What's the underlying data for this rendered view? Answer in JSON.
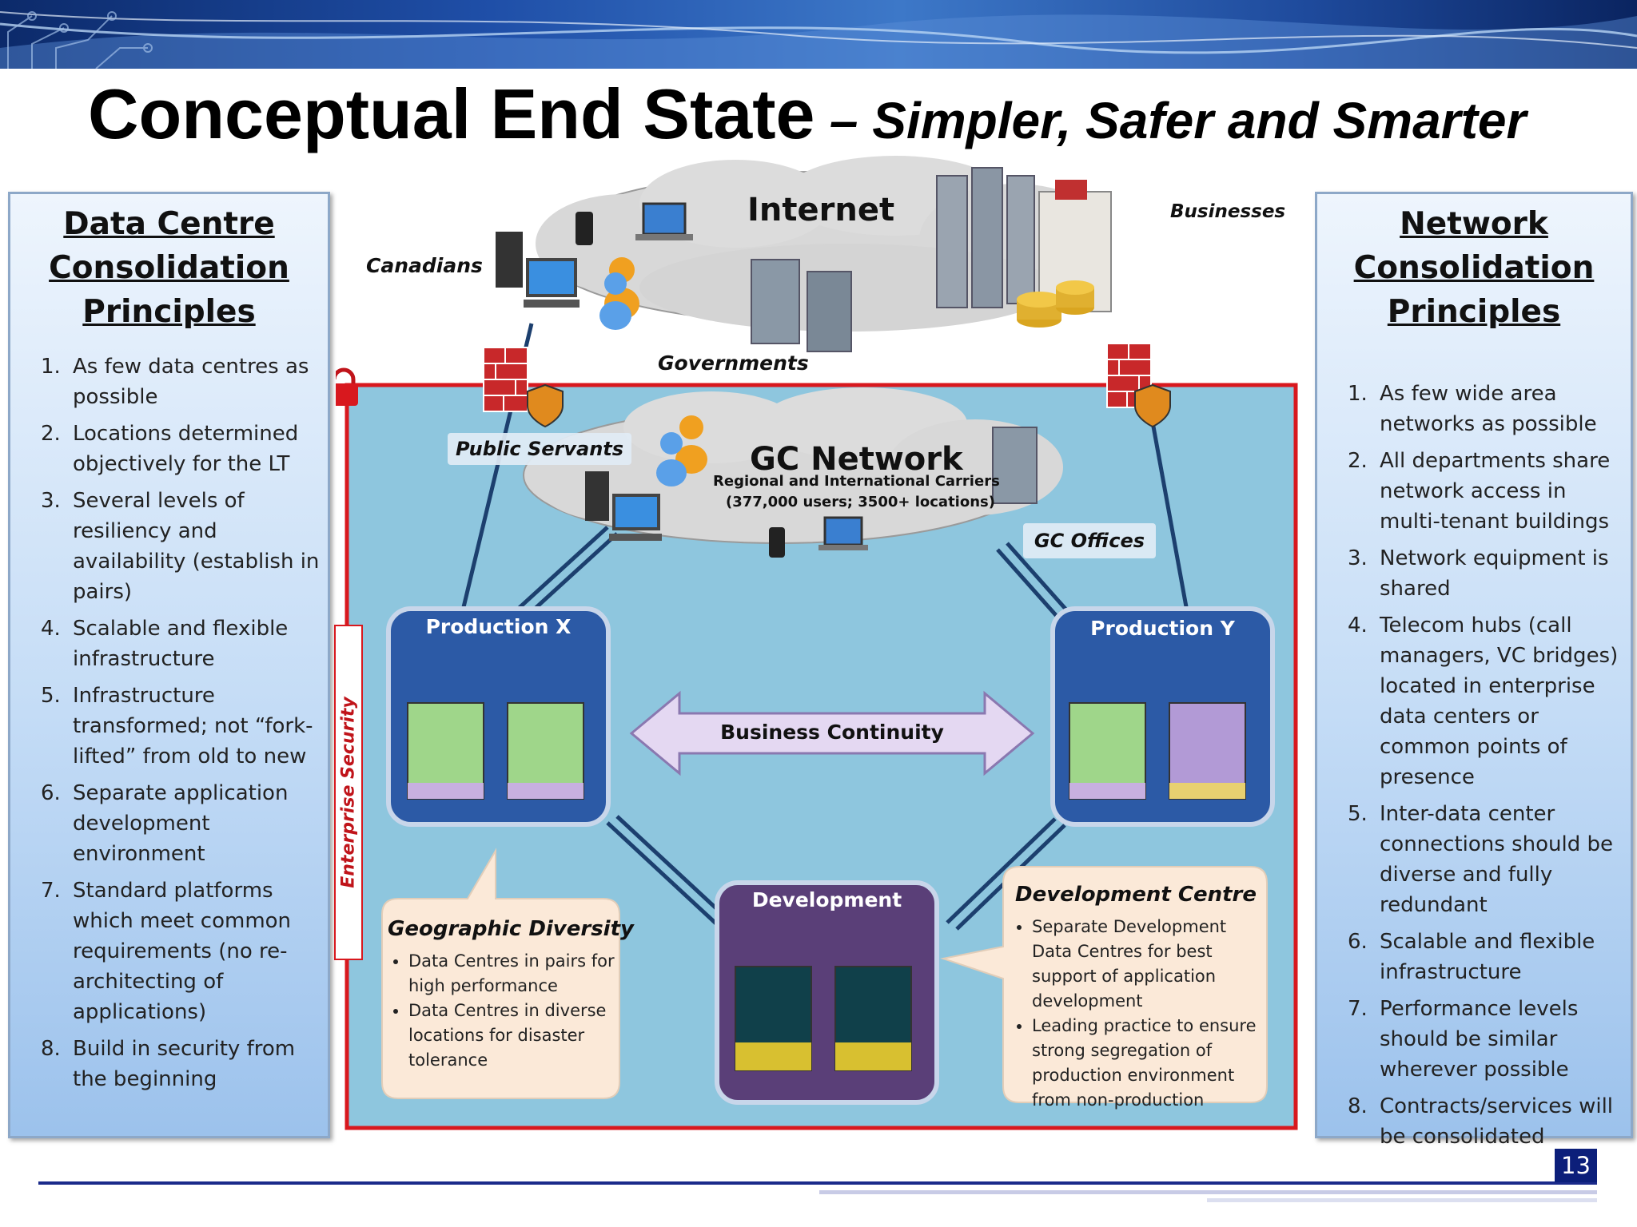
{
  "slide": {
    "title_main": "Conceptual End State",
    "title_sub": "– Simpler, Safer and Smarter",
    "page_number": "13"
  },
  "left_panel": {
    "heading": "Data Centre\nConsolidation\nPrinciples",
    "items": [
      {
        "num": "1.",
        "text": "As few data centres as possible"
      },
      {
        "num": "2.",
        "text": "Locations determined objectively for the LT"
      },
      {
        "num": "3.",
        "text": "Several levels of resiliency and availability (establish in pairs)"
      },
      {
        "num": "4.",
        "text": "Scalable and flexible infrastructure"
      },
      {
        "num": "5.",
        "text": "Infrastructure transformed; not “fork-lifted” from old to new"
      },
      {
        "num": "6.",
        "text": "Separate application development environment"
      },
      {
        "num": "7.",
        "text": "Standard platforms which meet common requirements (no re-architecting of applications)"
      },
      {
        "num": "8.",
        "text": "Build in security from the beginning"
      }
    ]
  },
  "right_panel": {
    "heading": "Network\nConsolidation\nPrinciples",
    "items": [
      {
        "num": "1.",
        "text": "As few wide area networks as possible"
      },
      {
        "num": "2.",
        "text": "All departments share network access in multi-tenant buildings"
      },
      {
        "num": "3.",
        "text": "Network equipment is shared"
      },
      {
        "num": "4.",
        "text": "Telecom hubs  (call managers, VC bridges) located in enterprise data centers or common points of presence"
      },
      {
        "num": "5.",
        "text": "Inter-data center connections should be diverse and fully redundant"
      },
      {
        "num": "6.",
        "text": "Scalable and flexible infrastructure"
      },
      {
        "num": "7.",
        "text": "Performance levels should be similar wherever possible"
      },
      {
        "num": "8.",
        "text": "Contracts/services  will be consolidated"
      }
    ]
  },
  "diagram": {
    "internet": "Internet",
    "canadians": "Canadians",
    "businesses": "Businesses",
    "governments": "Governments",
    "public_servants": "Public Servants",
    "gc_network": "GC Network",
    "gc_network_sub1": "Regional and International Carriers",
    "gc_network_sub2": "(377,000 users; 3500+ locations)",
    "gc_offices": "GC Offices",
    "enterprise_security": "Enterprise Security",
    "production_x": "Production X",
    "production_y": "Production Y",
    "business_continuity": "Business Continuity",
    "development": "Development",
    "geo_title": "Geographic Diversity",
    "geo_items": [
      "Data Centres in pairs for high performance",
      "Data Centres in diverse locations for disaster tolerance"
    ],
    "devc_title": "Development Centre",
    "devc_items": [
      "Separate Development Data Centres for best support of application development",
      "Leading practice to ensure strong segregation of production environment from non-production"
    ]
  },
  "colors": {
    "security_border": "#d8181e",
    "security_fill": "#8ec6de",
    "production_box": "#2c5aa6",
    "development_box": "#5a3f78",
    "callout_fill": "#fbe9d8",
    "link_line": "#1c3f6e"
  }
}
